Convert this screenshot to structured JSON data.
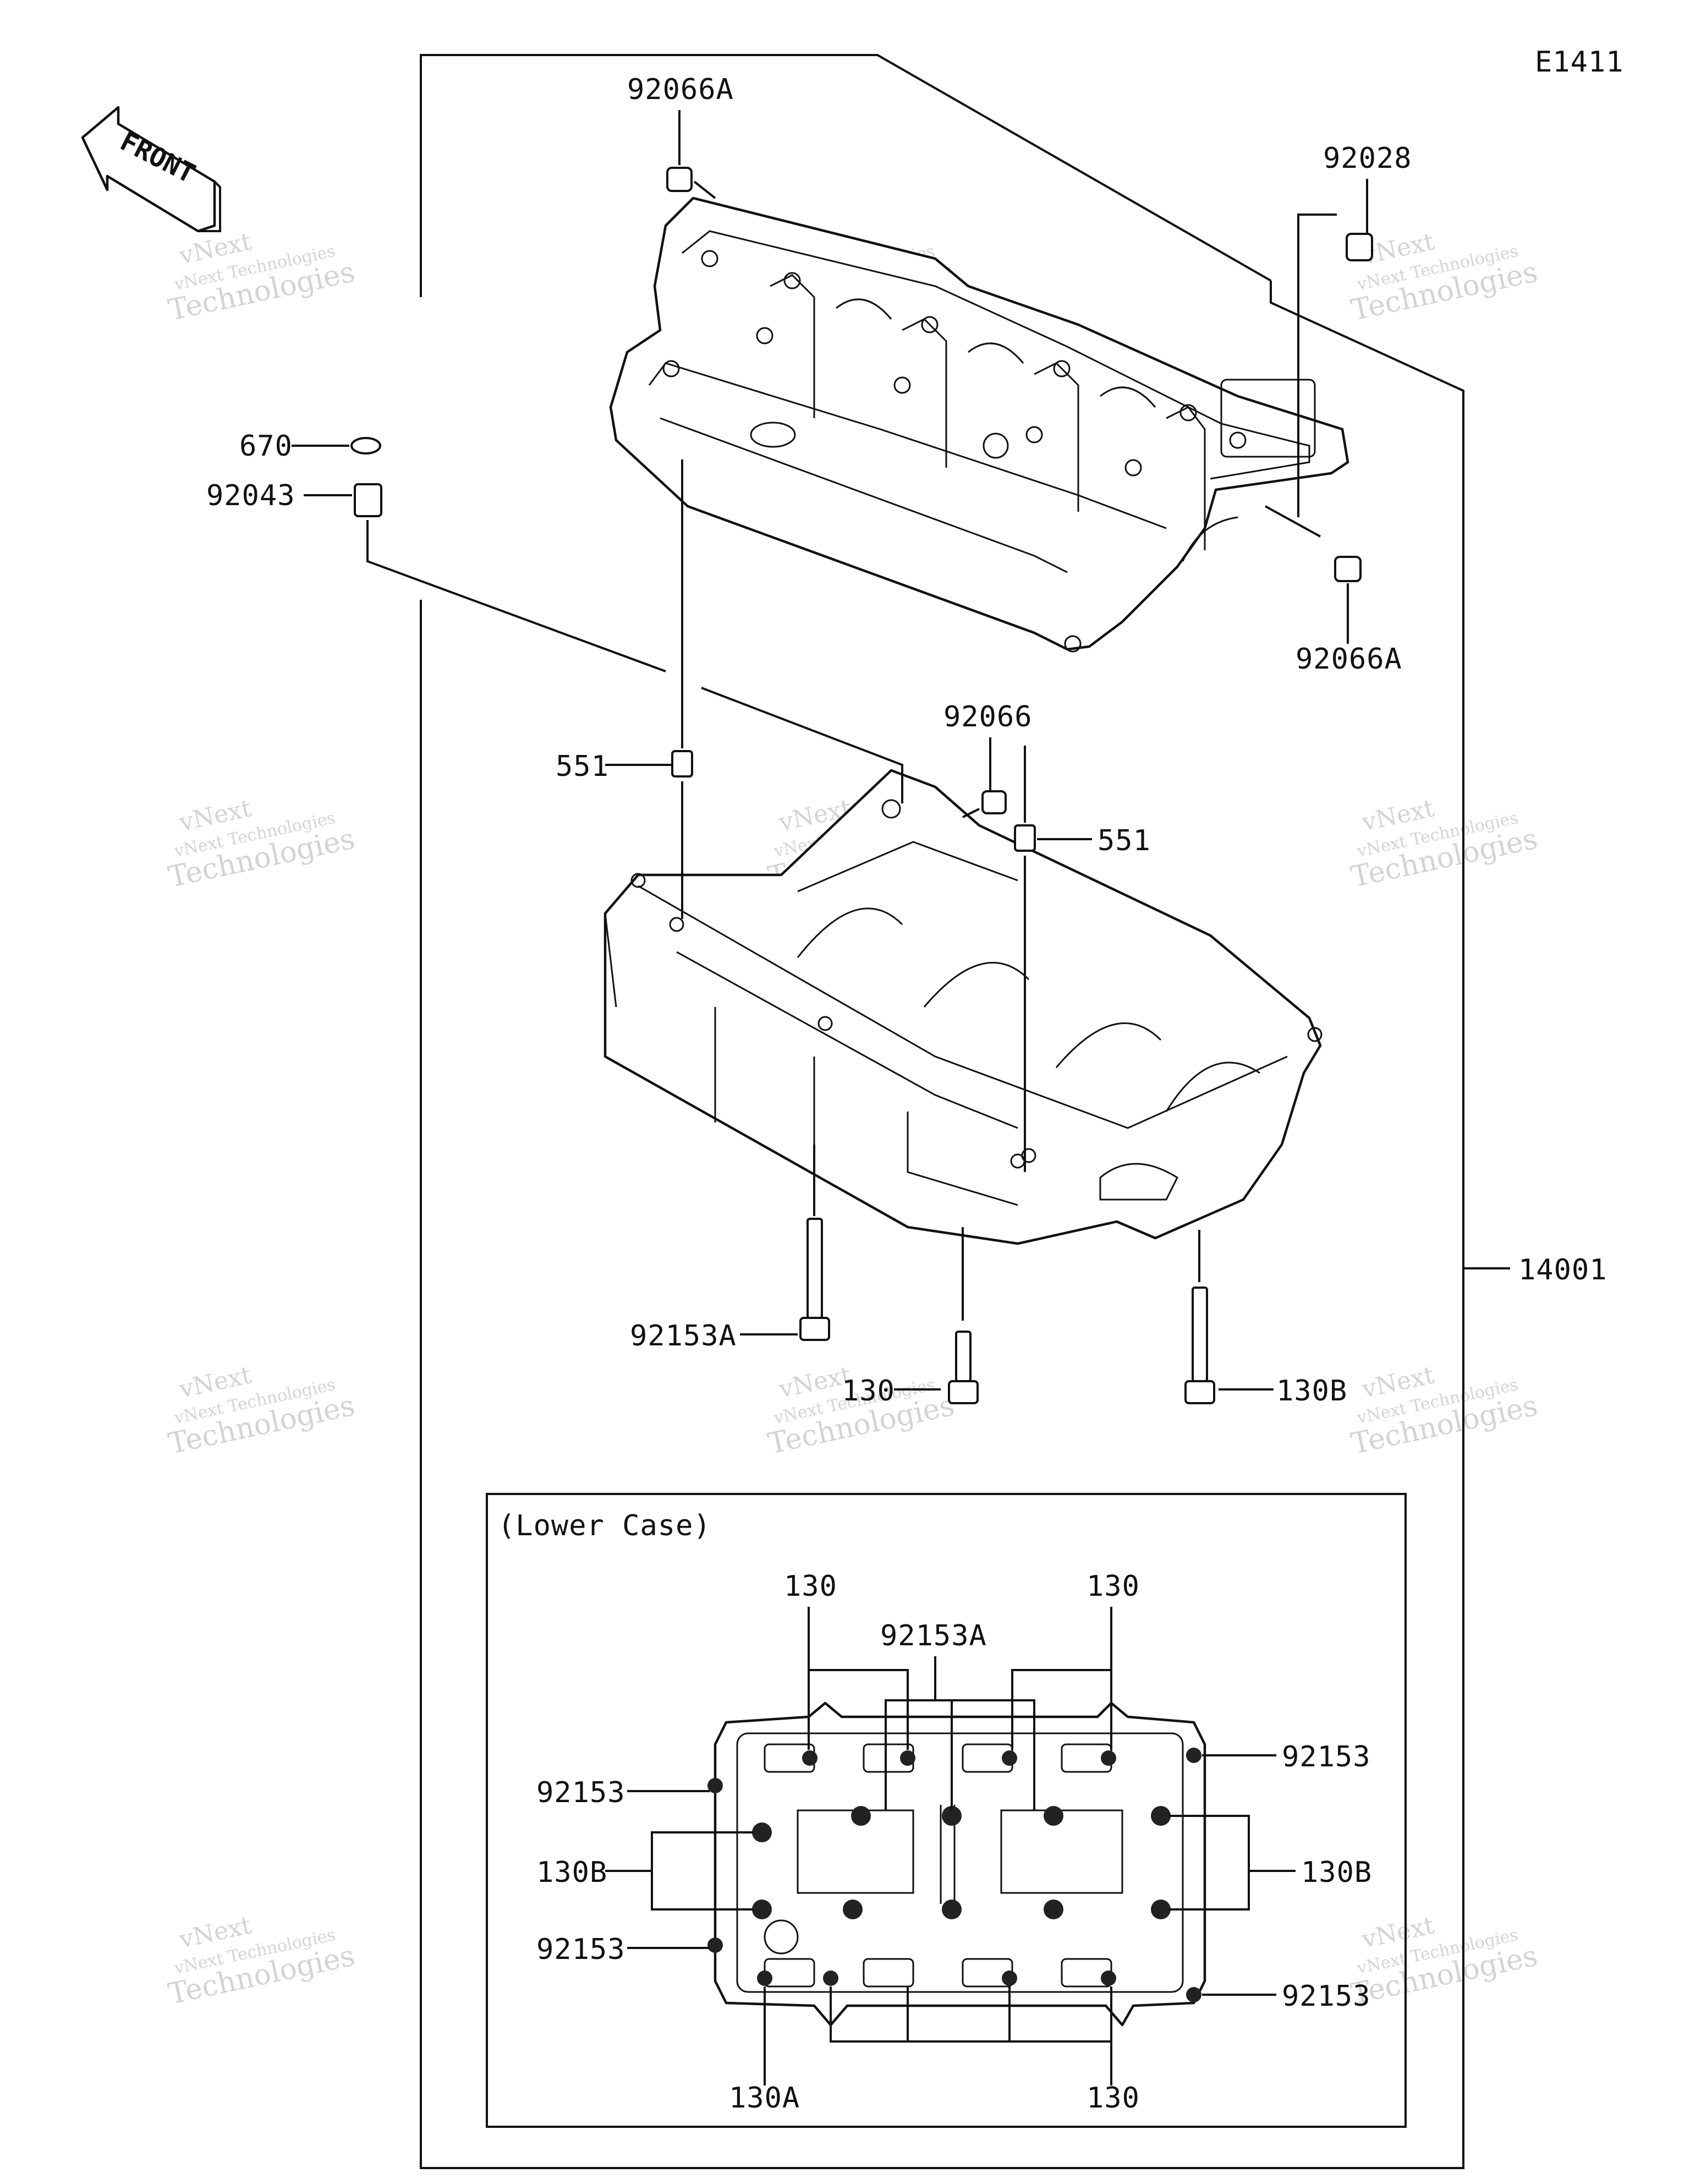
{
  "diagram_code": "E1411",
  "front_arrow": "FRONT",
  "inset_title": "(Lower Case)",
  "watermark": {
    "line1": "vNext Technologies",
    "line2": "Technologies",
    "badge": "vNext"
  },
  "labels": {
    "p92066A_top": "92066A",
    "p92028": "92028",
    "p670": "670",
    "p92043": "92043",
    "p92066A_right": "92066A",
    "p92066": "92066",
    "p551_left": "551",
    "p551_right": "551",
    "p14001": "14001",
    "p92153A": "92153A",
    "p130": "130",
    "p130B": "130B"
  },
  "inset_labels": {
    "top_130_left": "130",
    "top_130_right": "130",
    "top_92153A": "92153A",
    "left_92153_top": "92153",
    "left_130B": "130B",
    "left_92153_bottom": "92153",
    "right_92153_top": "92153",
    "right_130B": "130B",
    "right_92153_bottom": "92153",
    "bottom_130A": "130A",
    "bottom_130": "130"
  }
}
